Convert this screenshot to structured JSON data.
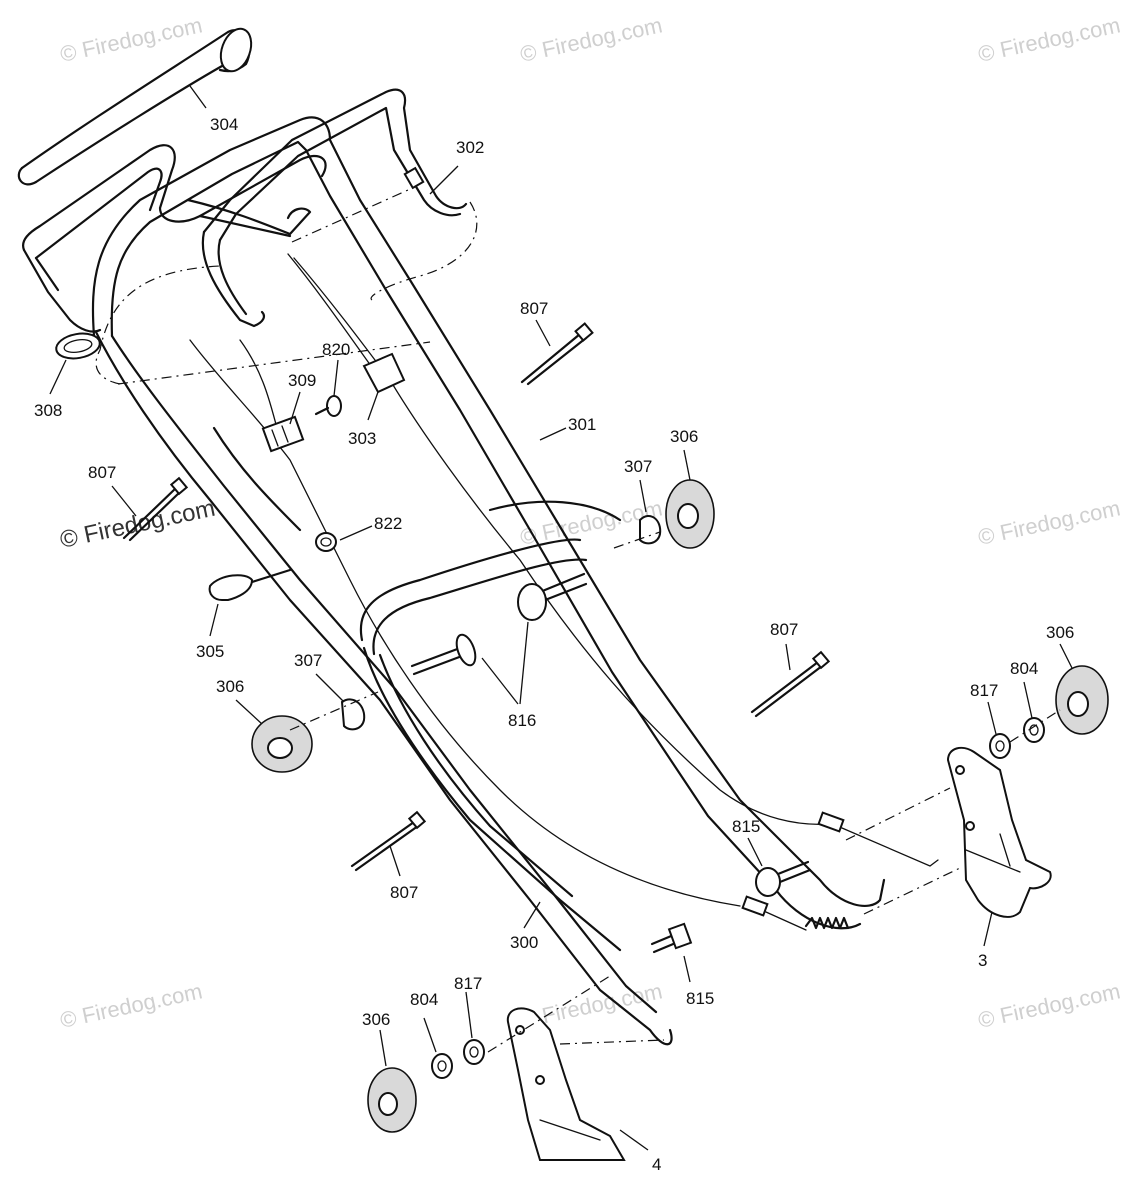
{
  "watermark": "© Firedog.com",
  "colors": {
    "line": "#111111",
    "watermark": "#cfcfcf",
    "background": "#ffffff"
  },
  "callouts": [
    {
      "id": "c304",
      "text": "304"
    },
    {
      "id": "c302",
      "text": "302"
    },
    {
      "id": "c308",
      "text": "308"
    },
    {
      "id": "c807a",
      "text": "807"
    },
    {
      "id": "c820",
      "text": "820"
    },
    {
      "id": "c309",
      "text": "309"
    },
    {
      "id": "c303",
      "text": "303"
    },
    {
      "id": "c301",
      "text": "301"
    },
    {
      "id": "c306a",
      "text": "306"
    },
    {
      "id": "c307a",
      "text": "307"
    },
    {
      "id": "c807b",
      "text": "807"
    },
    {
      "id": "c822",
      "text": "822"
    },
    {
      "id": "c305",
      "text": "305"
    },
    {
      "id": "c307b",
      "text": "307"
    },
    {
      "id": "c306b",
      "text": "306"
    },
    {
      "id": "c816",
      "text": "816"
    },
    {
      "id": "c807c",
      "text": "807"
    },
    {
      "id": "c306c",
      "text": "306"
    },
    {
      "id": "c804a",
      "text": "804"
    },
    {
      "id": "c817a",
      "text": "817"
    },
    {
      "id": "c815a",
      "text": "815"
    },
    {
      "id": "c807d",
      "text": "807"
    },
    {
      "id": "c300",
      "text": "300"
    },
    {
      "id": "c3",
      "text": "3"
    },
    {
      "id": "c815b",
      "text": "815"
    },
    {
      "id": "c804b",
      "text": "804"
    },
    {
      "id": "c817b",
      "text": "817"
    },
    {
      "id": "c306d",
      "text": "306"
    },
    {
      "id": "c4",
      "text": "4"
    }
  ]
}
